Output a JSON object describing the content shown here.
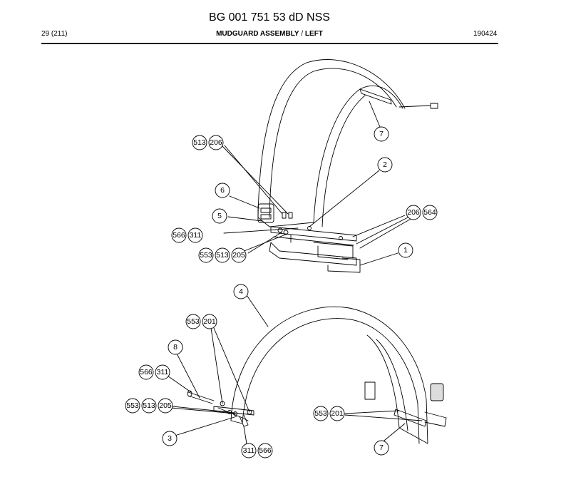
{
  "header": {
    "document_title": "BG 001 751 53 dD NSS",
    "page_info": "29 (211)",
    "section_title_bold": "MUDGUARD ASSEMBLY",
    "section_title_sep": " / ",
    "section_title_side": "LEFT",
    "doc_date": "190424"
  },
  "callouts": {
    "c1": "1",
    "c2": "2",
    "c3": "3",
    "c4": "4",
    "c5": "5",
    "c6": "6",
    "c7a": "7",
    "c7b": "7",
    "c8": "8",
    "u1a": "513",
    "u1b": "206",
    "u2a": "566",
    "u2b": "311",
    "u3a": "553",
    "u3b": "513",
    "u3c": "205",
    "u4a": "206",
    "u4b": "564",
    "l1a": "553",
    "l1b": "201",
    "l2a": "566",
    "l2b": "311",
    "l3a": "553",
    "l3b": "513",
    "l3c": "205",
    "l4a": "553",
    "l4b": "201",
    "l5a": "311",
    "l5b": "566"
  }
}
